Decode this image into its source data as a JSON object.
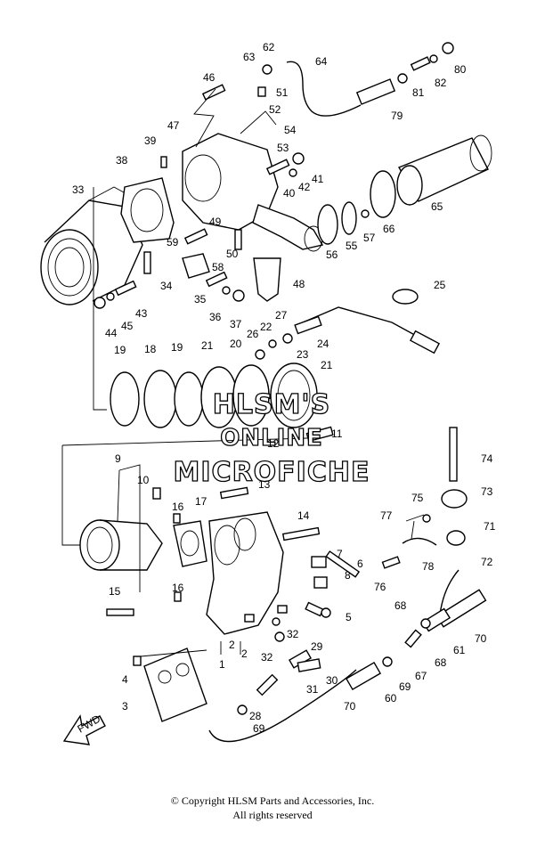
{
  "watermark": {
    "line1": "HLSM'S",
    "line2": "ONLINE",
    "line3": "MICROFICHE"
  },
  "fwd_label": "FWD",
  "copyright": {
    "line1": "© Copyright HLSM Parts and Accessories, Inc.",
    "line2": "All rights reserved"
  },
  "part_numbers": [
    "1",
    "2",
    "2",
    "3",
    "4",
    "5",
    "6",
    "7",
    "8",
    "9",
    "10",
    "11",
    "12",
    "13",
    "14",
    "15",
    "16",
    "16",
    "17",
    "18",
    "19",
    "19",
    "20",
    "21",
    "21",
    "22",
    "23",
    "24",
    "25",
    "26",
    "27",
    "28",
    "29",
    "30",
    "31",
    "32",
    "32",
    "33",
    "34",
    "35",
    "36",
    "37",
    "38",
    "39",
    "40",
    "41",
    "42",
    "43",
    "44",
    "45",
    "46",
    "47",
    "48",
    "49",
    "50",
    "51",
    "52",
    "53",
    "54",
    "55",
    "56",
    "57",
    "58",
    "59",
    "60",
    "61",
    "62",
    "63",
    "64",
    "65",
    "66",
    "67",
    "68",
    "68",
    "69",
    "69",
    "70",
    "70",
    "71",
    "72",
    "73",
    "74",
    "75",
    "76",
    "77",
    "78",
    "79",
    "80",
    "81",
    "82"
  ]
}
